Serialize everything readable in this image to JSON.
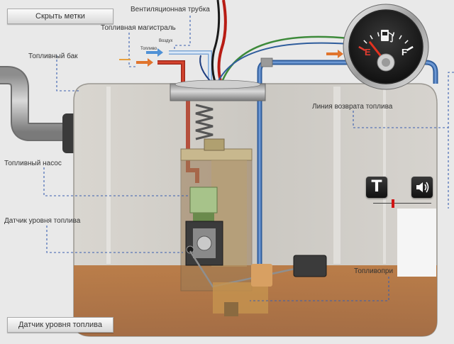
{
  "buttons": {
    "hide_labels": "Скрыть метки",
    "fuel_level_sensor": "Датчик уровня топлива"
  },
  "labels": {
    "vent_tube": "Вентиляционная трубка",
    "fuel_line": "Топливная магистраль",
    "fuel_tank": "Топливный бак",
    "fuel_pump": "Топливный насос",
    "fuel_level_sensor": "Датчик уровня топлива",
    "fuel_return_line": "Линия возврата топлива",
    "fuel_intake": "Топливопри"
  },
  "small_labels": {
    "air": "Воздух",
    "fuel": "Топливо"
  },
  "gauge": {
    "empty": "E",
    "full": "F",
    "level": 0.18
  },
  "controls": {
    "temp": "T",
    "volume_level": 0.34
  },
  "colors": {
    "background": "#e9e9e9",
    "fuel": "#a8693a",
    "tank_glass": "#cfccc6",
    "pipe_blue": "#3f6fb0",
    "wire_red": "#d42a1f",
    "wire_green": "#3d8a3a",
    "dashed_leader": "#3a5fb0",
    "slider_thumb": "#d01515"
  }
}
